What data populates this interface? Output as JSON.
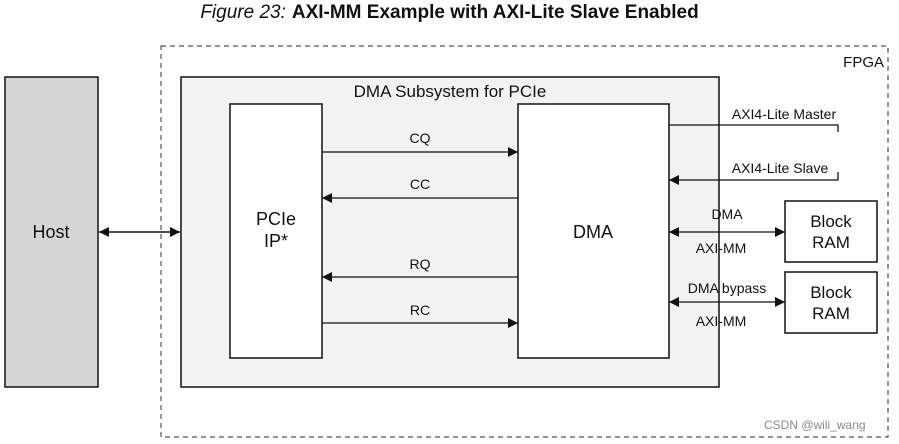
{
  "figure": {
    "label": "Figure 23:",
    "title": "AXI-MM Example with AXI-Lite Slave Enabled"
  },
  "fpga": {
    "label": "FPGA"
  },
  "host": {
    "label": "Host"
  },
  "subsystem": {
    "label": "DMA Subsystem for PCIe"
  },
  "pcie_ip": {
    "line1": "PCIe",
    "line2": "IP*"
  },
  "dma": {
    "label": "DMA"
  },
  "signals": {
    "cq": "CQ",
    "cc": "CC",
    "rq": "RQ",
    "rc": "RC"
  },
  "axi_lite": {
    "master": "AXI4-Lite Master",
    "slave": "AXI4-Lite Slave"
  },
  "ram1": {
    "line1": "Block",
    "line2": "RAM",
    "link_top": "DMA",
    "link_bottom": "AXI-MM"
  },
  "ram2": {
    "line1": "Block",
    "line2": "RAM",
    "link_top": "DMA bypass",
    "link_bottom": "AXI-MM"
  },
  "watermark": "CSDN @wili_wang",
  "colors": {
    "stroke": "#111111",
    "subsystem_fill": "#f2f2f2",
    "host_fill": "#d6d6d6",
    "fpga_border": "#555555"
  }
}
